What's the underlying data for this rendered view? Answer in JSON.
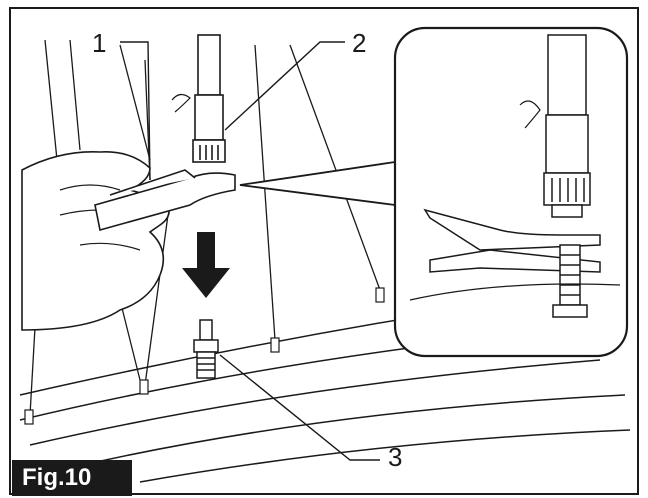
{
  "figure": {
    "label": "Fig.10",
    "callouts": {
      "c1": "1",
      "c2": "2",
      "c3": "3"
    }
  },
  "colors": {
    "line": "#1a1a1a",
    "background": "#ffffff",
    "label_bg": "#1a1a1a",
    "label_text": "#ffffff"
  },
  "icons": {
    "arrow": "arrow-down-icon"
  }
}
